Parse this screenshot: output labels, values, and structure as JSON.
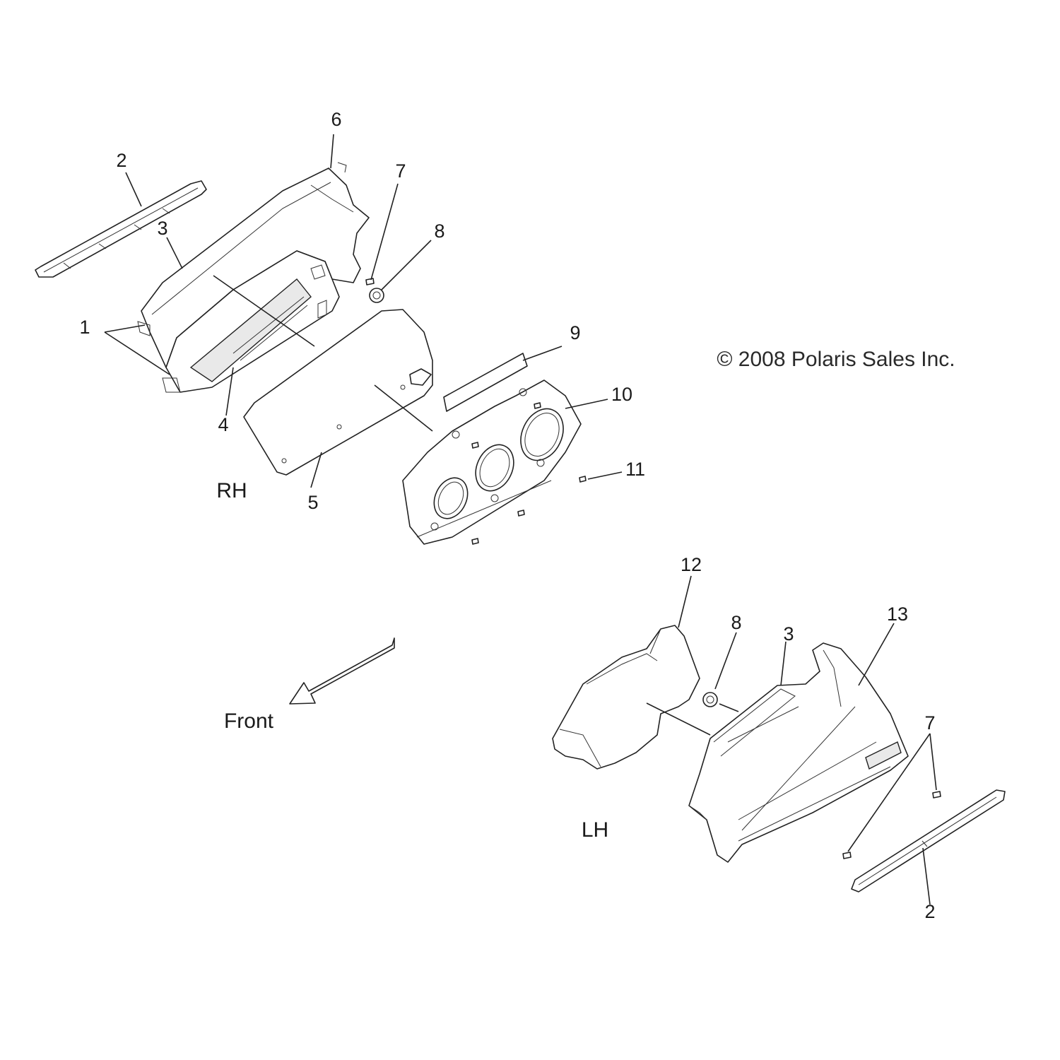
{
  "copyright": "© 2008 Polaris Sales Inc.",
  "labels": {
    "rh": "RH",
    "lh": "LH",
    "front": "Front"
  },
  "callouts": {
    "rh_1": "1",
    "rh_2": "2",
    "rh_3": "3",
    "rh_4": "4",
    "rh_5": "5",
    "rh_6": "6",
    "rh_7": "7",
    "rh_8": "8",
    "rh_9": "9",
    "rh_10": "10",
    "rh_11": "11",
    "lh_12": "12",
    "lh_8": "8",
    "lh_3": "3",
    "lh_13": "13",
    "lh_7": "7",
    "lh_2": "2"
  }
}
